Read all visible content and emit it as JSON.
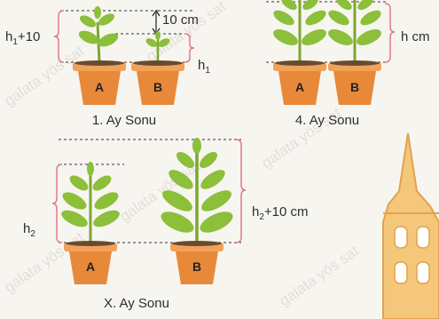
{
  "panels": {
    "p1": {
      "caption": "1. Ay Sonu",
      "left_label": "h",
      "left_label_sub": "1",
      "left_label_suffix": "+10",
      "right_label": "h",
      "right_label_sub": "1",
      "gap_label": "10 cm",
      "pots": [
        "A",
        "B"
      ]
    },
    "p4": {
      "caption": "4. Ay Sonu",
      "right_label": "h cm",
      "pots": [
        "A",
        "B"
      ]
    },
    "pX": {
      "caption": "X. Ay Sonu",
      "left_label": "h",
      "left_label_sub": "2",
      "right_label": "h",
      "right_label_sub": "2",
      "right_label_suffix": "+10 cm",
      "pots": [
        "A",
        "B"
      ]
    }
  },
  "watermark": "galata yös sat",
  "colors": {
    "pot": "#e8893a",
    "pot_rim": "#f0a25a",
    "soil": "#6b4a2c",
    "leaf": "#8cbf3a",
    "leaf_dark": "#6e9e2a",
    "stem": "#7aa82e",
    "bracket": "#e07a8a",
    "dashed": "#333333",
    "tower": "#f4c77a"
  }
}
